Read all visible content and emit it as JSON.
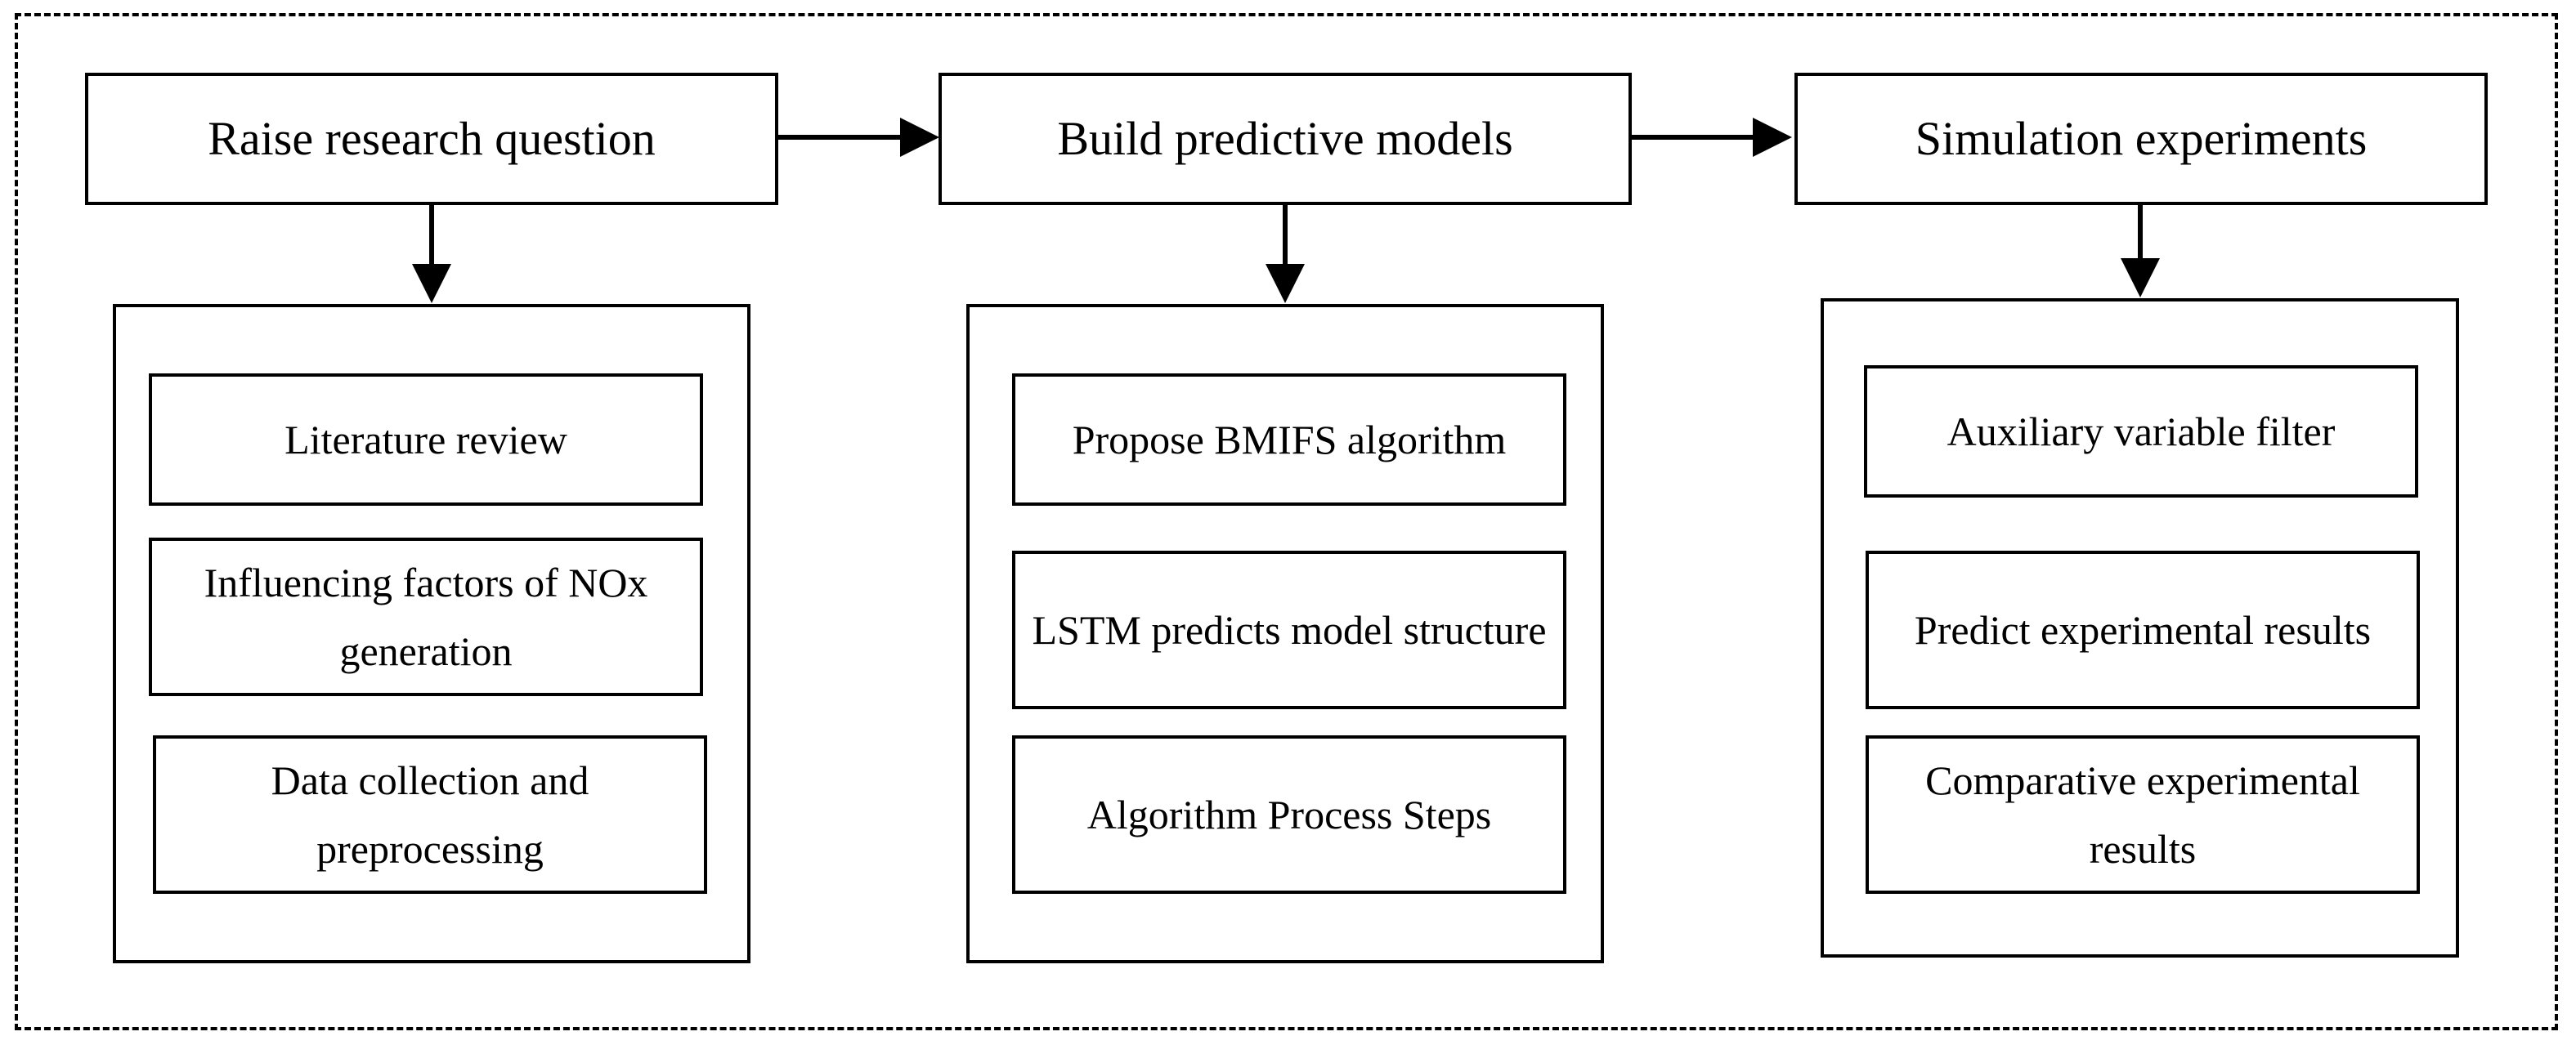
{
  "stages": [
    {
      "title": "Raise research question",
      "steps": [
        "Literature review",
        "Influencing factors of NOx generation",
        "Data collection and preprocessing"
      ]
    },
    {
      "title": "Build predictive models",
      "steps": [
        "Propose BMIFS algorithm",
        "LSTM predicts model structure",
        "Algorithm Process Steps"
      ]
    },
    {
      "title": "Simulation experiments",
      "steps": [
        "Auxiliary variable filter",
        "Predict experimental results",
        "Comparative experimental results"
      ]
    }
  ],
  "colors": {
    "stroke": "#000000",
    "background": "#ffffff"
  }
}
